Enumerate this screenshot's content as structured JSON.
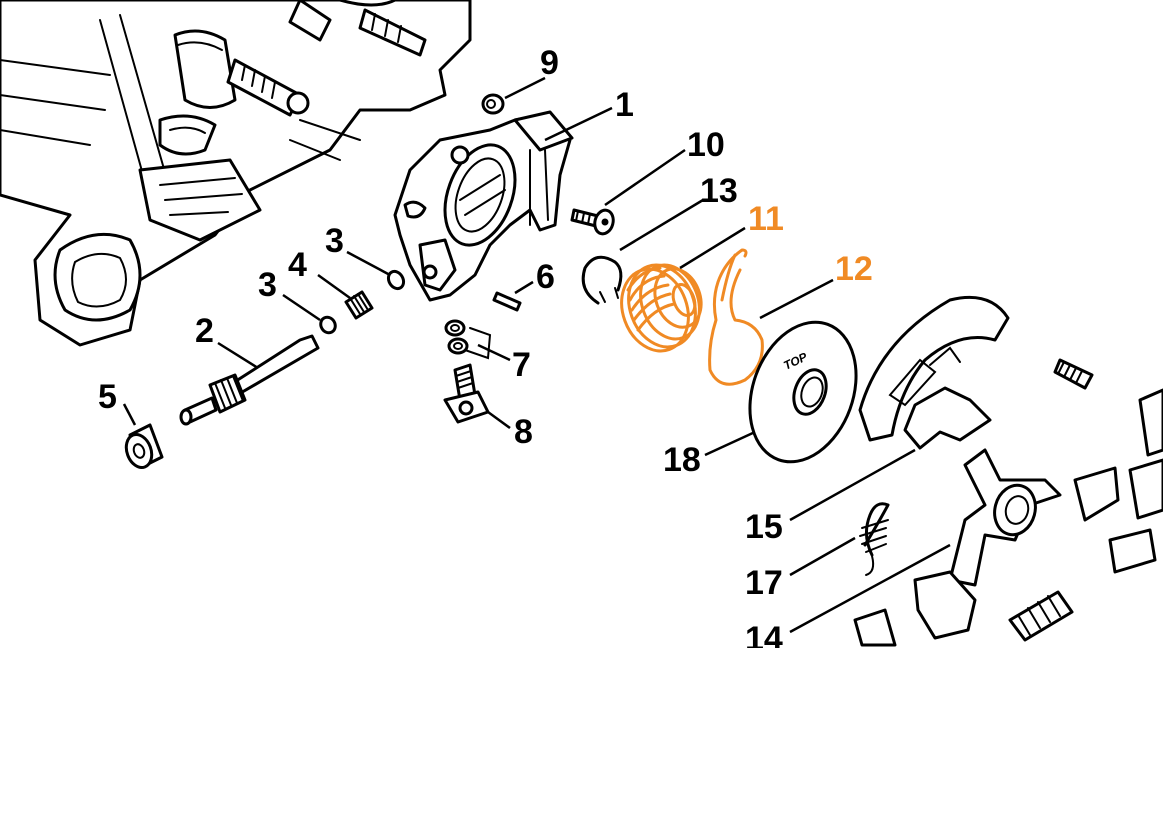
{
  "diagram": {
    "callouts": [
      {
        "id": "c1",
        "text": "1"
      },
      {
        "id": "c2",
        "text": "2"
      },
      {
        "id": "c3a",
        "text": "3"
      },
      {
        "id": "c3b",
        "text": "3"
      },
      {
        "id": "c4",
        "text": "4"
      },
      {
        "id": "c5",
        "text": "5"
      },
      {
        "id": "c6",
        "text": "6"
      },
      {
        "id": "c7",
        "text": "7"
      },
      {
        "id": "c8",
        "text": "8"
      },
      {
        "id": "c9",
        "text": "9"
      },
      {
        "id": "c10",
        "text": "10"
      },
      {
        "id": "c11",
        "text": "11",
        "highlighted": true
      },
      {
        "id": "c12",
        "text": "12",
        "highlighted": true
      },
      {
        "id": "c13",
        "text": "13"
      },
      {
        "id": "c14",
        "text": "14"
      },
      {
        "id": "c15",
        "text": "15"
      },
      {
        "id": "c17",
        "text": "17"
      },
      {
        "id": "c18",
        "text": "18"
      }
    ],
    "washer_marking": "TOP",
    "colors": {
      "highlight": "#f08a24",
      "line": "#000000",
      "background": "#ffffff"
    }
  }
}
